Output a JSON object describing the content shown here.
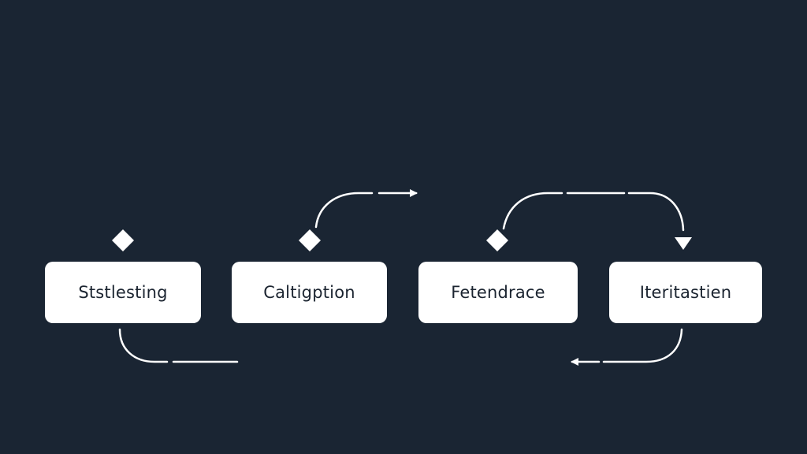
{
  "diagram": {
    "nodes": [
      {
        "label": "Ststlesting"
      },
      {
        "label": "Caltigption"
      },
      {
        "label": "Fetendrace"
      },
      {
        "label": "Iteritastien"
      }
    ],
    "colors": {
      "background": "#1a2533",
      "node_fill": "#ffffff",
      "node_text": "#1b2430",
      "connector": "#ffffff"
    }
  }
}
